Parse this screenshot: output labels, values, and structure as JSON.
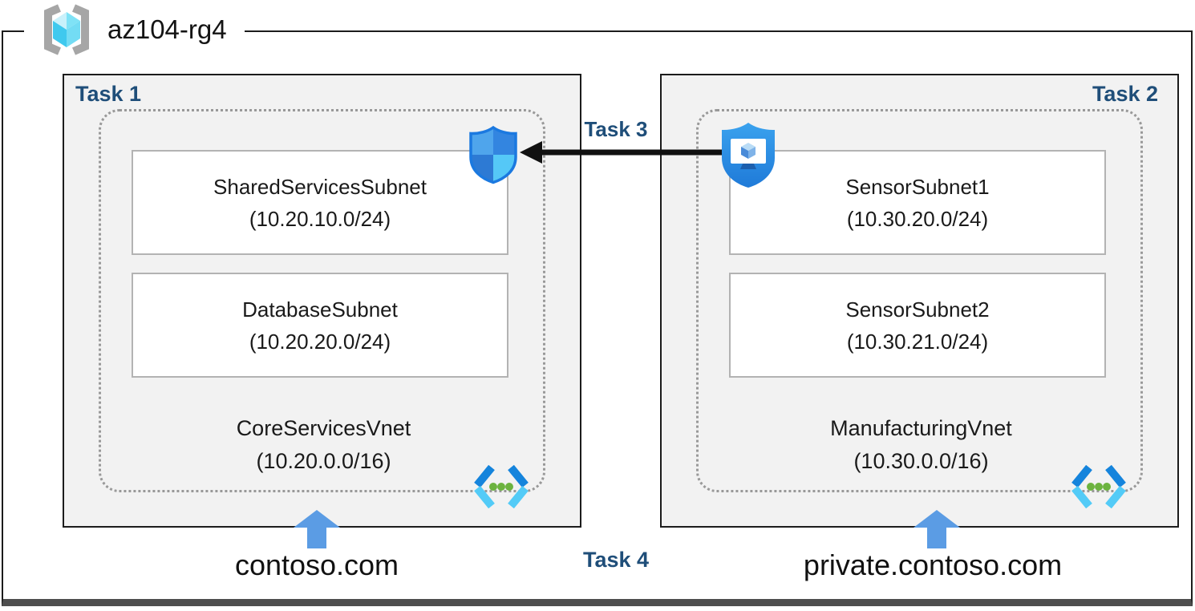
{
  "resource_group": {
    "name": "az104-rg4"
  },
  "labels": {
    "task1": "Task 1",
    "task2": "Task 2",
    "task3": "Task 3",
    "task4": "Task 4"
  },
  "left_vnet": {
    "name": "CoreServicesVnet",
    "cidr": "(10.20.0.0/16)",
    "domain": "contoso.com",
    "subnets": [
      {
        "name": "SharedServicesSubnet",
        "cidr": "(10.20.10.0/24)"
      },
      {
        "name": "DatabaseSubnet",
        "cidr": "(10.20.20.0/24)"
      }
    ]
  },
  "right_vnet": {
    "name": "ManufacturingVnet",
    "cidr": "(10.30.0.0/16)",
    "domain": "private.contoso.com",
    "subnets": [
      {
        "name": "SensorSubnet1",
        "cidr": "(10.30.20.0/24)"
      },
      {
        "name": "SensorSubnet2",
        "cidr": "(10.30.21.0/24)"
      }
    ]
  },
  "icons": {
    "resource_group": "resource-group-icon",
    "left_security": "nsg-shield-icon",
    "right_security": "asg-shield-icon",
    "virtual_network": "virtual-network-icon",
    "peering": "peering-arrow-icon",
    "dns": "up-arrow-icon"
  },
  "colors": {
    "task_label": "#1f4e79",
    "panel_fill": "#f2f2f2",
    "panel_border": "#1c1c1c",
    "subnet_border": "#b3b3b3",
    "dotted_border": "#999999",
    "arrow_black": "#111111",
    "arrow_blue": "#5b9ce4",
    "frame_bottom_bar": "#4e4e4e",
    "shield_blue": "#2b8ee6",
    "vnet_chevron_dark": "#1584dc",
    "vnet_chevron_light": "#53cbf7",
    "vnet_dots_green": "#6cb33f",
    "rg_bracket_gray": "#a6a6a6",
    "rg_cube_cyan": "#49ccee"
  }
}
